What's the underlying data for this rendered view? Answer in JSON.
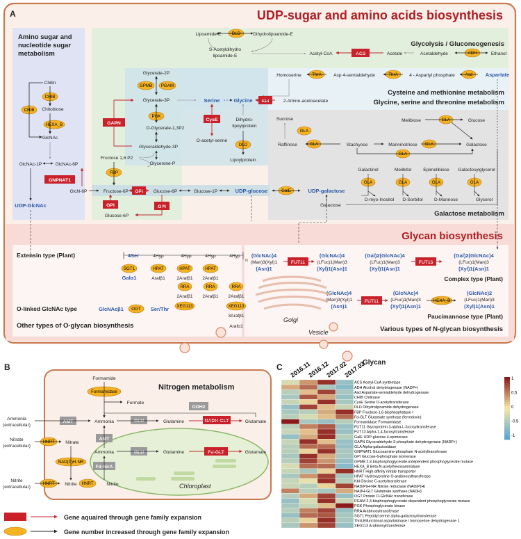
{
  "panel_a": {
    "letter": "A",
    "title": "UDP-sugar and amino acids biosynthesis",
    "glycan_title": "Glycan  biosynthesis",
    "sections": {
      "amino_sugar": [
        "Amino sugar and",
        "nucleotide sugar",
        "metabolism"
      ],
      "glycolysis": "Glycolysis / Gluconeogenesis",
      "cys_met": "Cysteine and methionine metabolism",
      "gly_ser": "Glycine, serine and threonine metabolism",
      "galactose": "Galactose metabolism",
      "extensin": "Extensin type (Plant)",
      "olinked": "O-linked GlcNAc type",
      "other_o": "Other types of O-glycan biosynthesis",
      "complex": "Complex  type (Plant)",
      "pauci": "Paucimannose  type (Plant)",
      "various_n": "Various types of N-glycan biosynthesis",
      "golgi": "Golgi",
      "vesicle": "Vesicle",
      "glycan": "Glycan"
    },
    "metabolites": {
      "lipoamide": "Lipoamide-E",
      "dihydrolipoamide": "Dihydrolipoamide-E",
      "s_acetyl_1": "S-Acetyldihydro",
      "s_acetyl_2": "lipoamide-E",
      "acetyl_coa": "Acetyl-CoA",
      "acetate": "Acetate",
      "acetaldehyde": "Acetaldehyde",
      "ethanol": "Ethanol",
      "glycerate2p": "Glycerate-2P",
      "glycerate3p": "Glycerate-3P",
      "dglycerate": "D-Glycerate-1,3P2",
      "glyceraldehyde": "Glyceraldehyde-3P",
      "glycerone": "Glycerone-P",
      "fructose16": "Fructose 1,6 P2",
      "fructose6p": "Fructose-6P",
      "glucose6p": "Glucose-6P",
      "glucose6p_b": "Glucose-6P",
      "glucose1p": "Glucose-1P",
      "udp_glucose": "UDP-glucose",
      "udp_galactose": "UDP-galactose",
      "udp_glcnac": "UDP-GlcNAc",
      "chitin": "Chitin",
      "chitobiose": "Chitobiose",
      "glcnac": "GlcNAc",
      "glcnac1p": "GlcNAc-1P",
      "glcnac6p": "GlcNAc-6P",
      "glcn6p": "GlcN-6P",
      "homoserine": "Homoserine",
      "asp4": "Asp 4-semialdehyde",
      "aspartyl": "4 - Aspartyl phosphate",
      "aspartate": "Aspartate",
      "serine": "Serine",
      "glycine": "Glycine",
      "amino_aceto": "2-Amino-acetoacetate",
      "o_acetyl": "O-acetyl-serine",
      "dihydro_1": "Dihydro-",
      "dihydro_2": "lipoylprotein",
      "lipoyl": "Lipoylprotein",
      "sucrose": "Sucrose",
      "raffinose": "Raffinose",
      "stachyose": "Stachyose",
      "manninotriose": "Manninotriose",
      "melibiose": "Melibiose",
      "glucose": "Glucose",
      "galactose": "Galactose",
      "galactose_b": "Galactose",
      "galactinol": "Galactinol",
      "melibitol": "Melibitol",
      "epimelibiose": "Epimelibiose",
      "galactosylglycerol": "Galactosylglycerol",
      "myo": "D-myo-Inositol",
      "sorbitol": "D-Sorbitol",
      "mannose": "D-Mannose",
      "glycerol": "Glycerol"
    },
    "enzymes_red": [
      "ACS",
      "GAPN",
      "GNPNAT1",
      "GPI",
      "GPI",
      "GPI",
      "CysE",
      "Kbl",
      "FUT11",
      "FUT13",
      "FUT11"
    ],
    "enzymes_orange": {
      "dld_top": "DLD",
      "adh": "ADH",
      "gpmb": "GPMB",
      "pgam": "PGAM",
      "pgk": "PGK",
      "fbp": "FBP",
      "chib1": "CHIB",
      "chib2": "CHIB",
      "hexa_b": "HEXA_B",
      "thra1": "ThrA",
      "thra2": "ThrA",
      "asd": "Asd",
      "dld2": "DLD",
      "gale": "GalE",
      "gla": "GLA",
      "sgt1": "SGT1",
      "hpat1": "HPAT",
      "hpat2": "HPAT",
      "hpat3": "HPAT",
      "rra1": "RRA",
      "rra2": "RRA",
      "rra3": "RRA",
      "xeg1": "XEG113",
      "xeg2": "XEG113",
      "ogt": "OGT",
      "hexa_b2": "HEXA_B"
    },
    "extensin": {
      "ser": "4Ser",
      "hyp": "4Hyp",
      "n": "n",
      "gal": "Galα1",
      "ara1": "Arafβ1",
      "ara2": "2Arafβ1",
      "ara3": "3Arafβ1",
      "ara4": "Arafα1"
    },
    "olinked": {
      "glcnac": "GlcNAcβ1",
      "ser": "Ser/Thr"
    },
    "nglycan": {
      "c1a": "(GlcNAc)4",
      "c1b": "(Man)3(Xyl)1",
      "c1c": "(Asn)1",
      "c2a": "(GlcNAc)4",
      "c2b": "(LFuc)1(Man)3",
      "c2c": "(Xyl)1(Asn)1",
      "c3a": "(Gal)2(GlcNAc)4",
      "c3b": "(LFuc)1(Man)3",
      "c3c": "(Xyl)1(Asn)1",
      "c4a": "(Gal)2(GlcNAc)4",
      "c4b": "(LFuc)1(Man)3",
      "c4c": "(Xyl)1(Asn)1",
      "p1a": "(GlcNAc)4",
      "p1b": "(Man)3(Xyl)1",
      "p1c": "(Asn)1",
      "p2a": "(GlcNAc)4",
      "p2b": "(LFuc)1(Man)3",
      "p2c": "(Xyl)1(Asn)1",
      "p3a": "(GlcNAc)2",
      "p3b": "(LFuc)1(Man)3",
      "p3c": "(Xyl)1(Asn)1"
    }
  },
  "panel_b": {
    "letter": "B",
    "title": "Nitrogen metabolism",
    "chloroplast": "Chloroplast",
    "formamide": "Formamide",
    "formamidase": "Formamidase",
    "formate": "Formate",
    "ammonia": "Ammonia",
    "ammonia2": "Ammonia",
    "glutamine": "Glutamine",
    "glutamine2": "Glutamine",
    "glutamate": "Glutamate",
    "glutamate2": "Glutamate",
    "nitrate": "Nitrate",
    "nitrite": "Nitrite",
    "nitrite2": "Nitrite",
    "ext_ammonia": [
      "Ammonia",
      "(extracellular)"
    ],
    "ext_nitrate": [
      "Nitrate",
      "(extracellular)"
    ],
    "ext_nitrite": [
      "Nitrite",
      "(extracellular)"
    ],
    "amt": "AMT",
    "amt2": "AMT",
    "glu": "GLU",
    "glu2": "GLU",
    "gdh2": "GDH2",
    "nadh_glt": "NADH-GLT",
    "fd_glt": "Fd-GLT",
    "fd_nira": "Fd-NirA",
    "hnrt": "HNRT",
    "nad_nr": "NAD(P)H-NR",
    "legend_red": "Gene aquaired through gene family expansion",
    "legend_orange": "Gene number increased through gene family expansion"
  },
  "panel_c": {
    "letter": "C",
    "colorbar_ticks": [
      "1",
      "0.5",
      "0",
      "-0.5",
      "-1"
    ],
    "colors": {
      "high": "#8b1a1a",
      "mid": "#f5e8a8",
      "low": "#5aa6d6"
    }
  },
  "chart_data": {
    "type": "heatmap",
    "x": [
      "2016.11",
      "2016.12",
      "2017.02",
      "2017.03"
    ],
    "y": [
      "ACS  Acetyl-CoA synthetase",
      "ADH  Alcohol dehydrogenase (NADP+)",
      "Asd  Aspartate-semialdehyde dehydrogenase",
      "CHIB  Chitinase",
      "CysE  Serine O-acetyltransferase",
      "DLD  Dihydrolipoamide dehydrogenase",
      "FBP  Fructose-1,6-bisphosphatase I",
      "Fd-GLT  Glutamate synthase (ferredoxin)",
      "Formamidase  Formamidase",
      "FUT11  Glycoprotein 3-alpha-L-fucosyltransferase",
      "FUT13  Alpha-1,4-fucosyltransferase",
      "GalE  UDP-glucose 4-epimerase",
      "GAPN  Glyceraldehyde-3-phosphate dehydrogenase (NADP+)",
      "GLA  Alpha-galactosidase",
      "GNPNAT1  Glucosamine-phosphate N-acetyltransferase",
      "GPI  Glucose-6-phosphate isomerase",
      "GPMB  2,3-bisphosphoglycerate-independent phosphoglycerate mutase",
      "HEXA_B  Beta-N-acetylhexosaminidase",
      "HNRT  High-affinity nitrate transporter",
      "HPAT  Hydroxyproline O-arabinosyltransferase",
      "Kbl  Glycine C-acetyltransferase",
      "NAD(P)H-NR  Nitrate reductase (NAD(P)H)",
      "NADH-GLT  Glutamate synthase (NADH)",
      "OGT  Protein O-GlcNAc transferase",
      "PGAM  2,3-bisphosphoglycerate-dependent phosphoglycerate mutase",
      "PGK  Phosphoglycerate kinase",
      "RRA  Arabinosyltransferase",
      "SGT1  Peptidyl serine alpha-galactosyltransferase",
      "ThrA  Bifunctional aspartokinase / homoserine dehydrogenase 1",
      "XEG113  Arabinosyltransferase"
    ],
    "values": [
      [
        -0.2,
        0.4,
        0.9,
        -0.6
      ],
      [
        0.3,
        0.6,
        -0.5,
        -0.7
      ],
      [
        -0.4,
        0.2,
        0.8,
        -0.5
      ],
      [
        -0.5,
        0.7,
        0.3,
        -0.6
      ],
      [
        -0.3,
        0.1,
        0.9,
        -0.5
      ],
      [
        -0.6,
        0.8,
        0.2,
        -0.3
      ],
      [
        -0.5,
        -0.4,
        0.3,
        0.9
      ],
      [
        -0.4,
        -0.2,
        0.2,
        0.6
      ],
      [
        1.0,
        -0.5,
        -0.6,
        -0.4
      ],
      [
        -0.4,
        0.5,
        0.7,
        -0.6
      ],
      [
        -0.3,
        0.2,
        0.9,
        -0.6
      ],
      [
        -0.6,
        0.3,
        0.9,
        -0.4
      ],
      [
        -0.3,
        0.9,
        0.2,
        -0.6
      ],
      [
        -0.4,
        0.6,
        0.6,
        -0.6
      ],
      [
        -0.4,
        0.1,
        0.9,
        -0.5
      ],
      [
        -0.5,
        0.9,
        0.3,
        -0.5
      ],
      [
        -0.4,
        0.8,
        0.4,
        -0.6
      ],
      [
        -0.2,
        0.6,
        0.6,
        -0.7
      ],
      [
        -0.3,
        -0.5,
        0.1,
        0.9
      ],
      [
        -0.5,
        0.4,
        0.8,
        -0.5
      ],
      [
        -0.3,
        -0.1,
        0.9,
        -0.4
      ],
      [
        -0.3,
        -0.4,
        0.1,
        0.8
      ],
      [
        0.5,
        -0.4,
        -0.5,
        0.3
      ],
      [
        -0.4,
        0.3,
        0.8,
        -0.6
      ],
      [
        -0.6,
        -0.2,
        0.9,
        -0.3
      ],
      [
        -0.5,
        -0.3,
        0.2,
        1.0
      ],
      [
        -0.4,
        0.5,
        0.8,
        -0.6
      ],
      [
        -0.6,
        0.6,
        0.7,
        -0.5
      ],
      [
        -0.4,
        0.1,
        0.9,
        -0.5
      ],
      [
        -0.5,
        0.4,
        0.8,
        -0.6
      ]
    ],
    "vrange": [
      -1,
      1
    ]
  }
}
